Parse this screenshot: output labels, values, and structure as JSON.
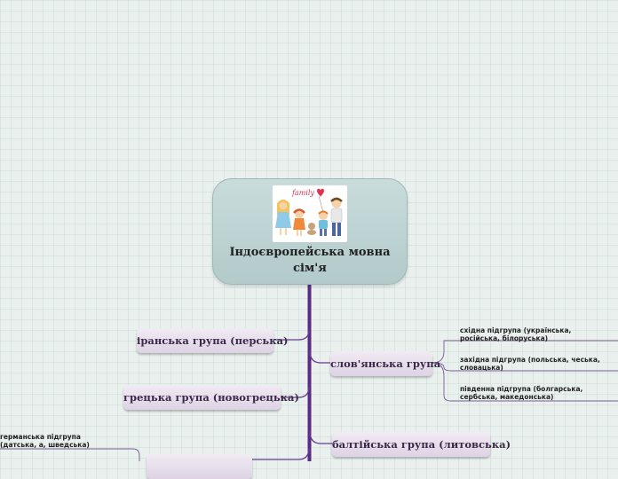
{
  "central": {
    "title": "Індоєвропейська мовна сім'я",
    "image_icon": "family-clipart-icon",
    "image_caption": "family"
  },
  "branches": [
    {
      "label": "іранська група (перська)"
    },
    {
      "label": "грецька група (новогрецька)"
    },
    {
      "label": "слов'янська група"
    },
    {
      "label": "балтійська група (литовська)"
    },
    {
      "label": ""
    }
  ],
  "slavic_subgroups": [
    {
      "label": "східна підгрупа (українська, російська, білоруська)"
    },
    {
      "label": "західна підгрупа (польська, чеська, словацька)"
    },
    {
      "label": "південна підгрупа (болгарська, сербська, македонська)"
    }
  ],
  "germanic_subgroup": {
    "label": "германська підгрупа (датська, а, шведська)"
  },
  "colors": {
    "connector": "#5b2d82",
    "node_fill": "#e8e0ee",
    "central_fill": "#bfd3d3",
    "canvas": "#e9f0ee"
  }
}
